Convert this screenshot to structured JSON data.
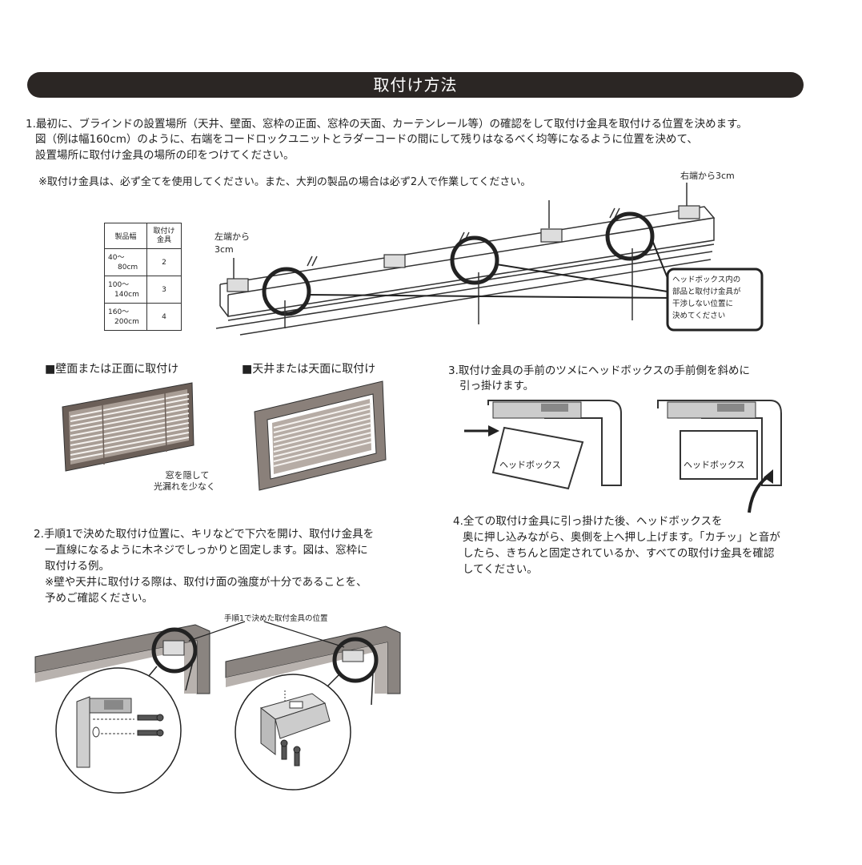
{
  "banner": {
    "title": "取付け方法"
  },
  "step1": {
    "line1": "1.最初に、ブラインドの設置場所（天井、壁面、窓枠の正面、窓枠の天面、カーテンレール等）の確認をして取付け金具を取付ける位置を決めます。",
    "line2": "図（例は幅160cm）のように、右端をコードロックユニットとラダーコードの間にして残りはなるべく均等になるように位置を決めて、",
    "line3": "設置場所に取付け金具の場所の印をつけてください。",
    "note": "※取付け金具は、必ず全てを使用してください。また、大判の製品の場合は必ず2人で作業してください。"
  },
  "diagram1": {
    "right_label": "右端から3cm",
    "left_label_1": "左端から",
    "left_label_2": "3cm",
    "callout_lines": [
      "ヘッドボックス内の",
      "部品と取付け金具が",
      "干渉しない位置に",
      "決めてください"
    ]
  },
  "spec_table": {
    "headers": [
      "製品幅",
      "取付け\n金具"
    ],
    "rows": [
      {
        "width_1": "40～",
        "width_2": "80cm",
        "count": "2"
      },
      {
        "width_1": "100～",
        "width_2": "140cm",
        "count": "3"
      },
      {
        "width_1": "160～",
        "width_2": "200cm",
        "count": "4"
      }
    ]
  },
  "mount": {
    "wall_title": "■壁面または正面に取付け",
    "ceiling_title": "■天井または天面に取付け",
    "wall_note_1": "窓を隠して",
    "wall_note_2": "光漏れを少なく"
  },
  "step2": {
    "line1": "2.手順1で決めた取付け位置に、キリなどで下穴を開け、取付け金具を",
    "line2": "一直線になるように木ネジでしっかりと固定します。図は、窓枠に",
    "line3": "取付ける例。",
    "line4": "※壁や天井に取付ける際は、取付け面の強度が十分であることを、",
    "line5": "予めご確認ください。",
    "diagram_label": "手順1で決めた取付金具の位置"
  },
  "step3": {
    "line1": "3.取付け金具の手前のツメにヘッドボックスの手前側を斜めに",
    "line2": "引っ掛けます。",
    "headbox_label": "ヘッドボックス"
  },
  "step4": {
    "line1": "4.全ての取付け金具に引っ掛けた後、ヘッドボックスを",
    "line2": "奥に押し込みながら、奥側を上へ押し上げます。「カチッ」と音が",
    "line3": "したら、きちんと固定されているか、すべての取付け金具を確認",
    "line4": "してください。"
  }
}
